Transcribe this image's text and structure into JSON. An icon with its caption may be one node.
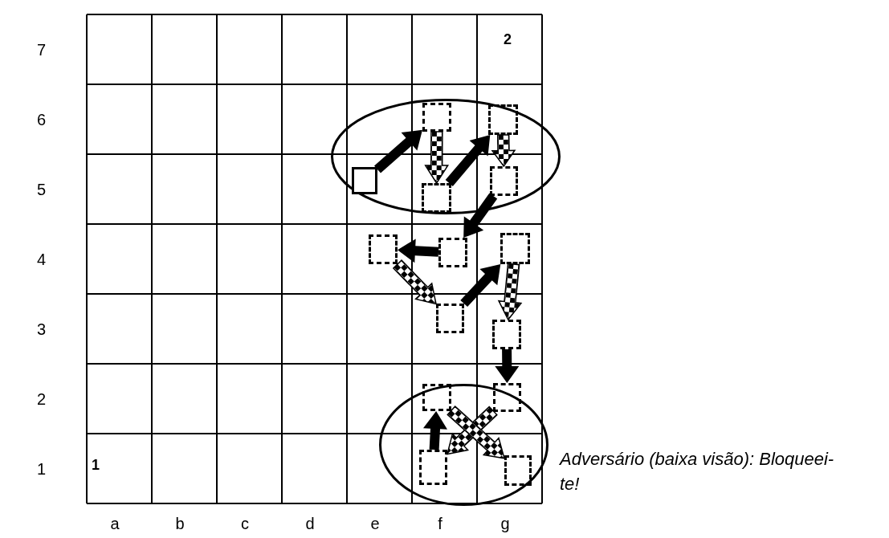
{
  "diagram": {
    "nodes": [
      {
        "text": [],
        "shape": "ellipse"
      },
      {
        "text": [],
        "shape": "box",
        "in": 0
      },
      {
        "text": [],
        "shape": "box",
        "in": 0
      },
      {
        "text": [],
        "shape": "box",
        "in": 0
      },
      {
        "text": [],
        "shape": "box",
        "in": 0
      },
      {
        "text": [],
        "shape": "box",
        "in": 0
      },
      {
        "text": [],
        "shape": "box"
      },
      {
        "text": [],
        "shape": "box"
      },
      {
        "text": [],
        "shape": "box"
      },
      {
        "text": [],
        "shape": "box"
      },
      {
        "text": [],
        "shape": "box"
      },
      {
        "text": [],
        "shape": "box",
        "in": 12
      },
      {
        "text": [],
        "shape": "ellipse",
        "beside": [
          "Adversário (baixa visão): Bloqueei-te!"
        ]
      },
      {
        "text": [],
        "shape": "box",
        "in": 12
      },
      {
        "text": [],
        "shape": "box",
        "in": 12
      },
      {
        "text": [],
        "shape": "box",
        "in": 12
      }
    ],
    "edges": [
      {
        "from": 1,
        "to": 2,
        "arrow": "to"
      },
      {
        "from": 2,
        "to": 3,
        "arrow": "to",
        "style": "dashed"
      },
      {
        "from": 3,
        "to": 4,
        "arrow": "to"
      },
      {
        "from": 4,
        "to": 5,
        "arrow": "to",
        "style": "dashed"
      },
      {
        "from": 5,
        "to": 7,
        "arrow": "to"
      },
      {
        "from": 7,
        "to": 6,
        "arrow": "to"
      },
      {
        "from": 6,
        "to": 9,
        "arrow": "to",
        "style": "dashed"
      },
      {
        "from": 9,
        "to": 8,
        "arrow": "to"
      },
      {
        "from": 8,
        "to": 10,
        "arrow": "to",
        "style": "dashed"
      },
      {
        "from": 10,
        "to": 11,
        "arrow": "to"
      },
      {
        "from": 11,
        "to": 14,
        "arrow": "to",
        "style": "dashed"
      },
      {
        "from": 14,
        "to": 13,
        "arrow": "to"
      },
      {
        "from": 13,
        "to": 15,
        "arrow": "to",
        "style": "dashed"
      }
    ],
    "labels": [
      "7",
      "2",
      "6",
      "5",
      "4",
      "3",
      "2",
      "1",
      "1",
      "a",
      "b",
      "c",
      "d",
      "e",
      "f",
      "g"
    ]
  }
}
